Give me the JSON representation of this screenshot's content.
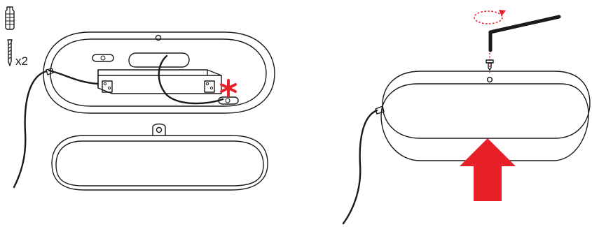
{
  "figure": {
    "screw_quantity": "x2",
    "accent_color": "#e8202a",
    "line_color": "#1a1a1a"
  },
  "left_panel": {
    "parts": [
      "wall-anchor",
      "screw",
      "base-housing",
      "driver-module",
      "cover-lens",
      "cable"
    ],
    "warning_symbol": "red-asterisk"
  },
  "right_panel": {
    "parts": [
      "hex-key",
      "rotation-arrow",
      "fixing-screw",
      "assembled-luminaire",
      "cable",
      "push-up-arrow"
    ]
  }
}
